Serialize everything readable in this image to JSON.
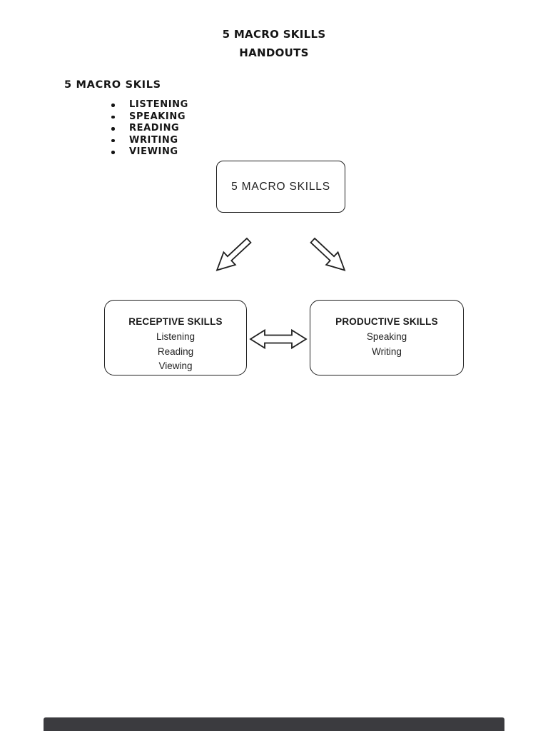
{
  "document": {
    "title_line1": "5 MACRO SKILLS",
    "title_line2": "HANDOUTS",
    "section": {
      "heading": "5 MACRO SKILS",
      "bullets": [
        "LISTENING",
        "SPEAKING",
        "READING",
        "WRITING",
        "VIEWING"
      ]
    },
    "diagram": {
      "root_box_label": "5 MACRO SKILLS",
      "receptive_box": {
        "title": "RECEPTIVE SKILLS",
        "items": [
          "Listening",
          "Reading",
          "Viewing"
        ]
      },
      "productive_box": {
        "title": "PRODUCTIVE SKILLS",
        "items": [
          "Speaking",
          "Writing"
        ]
      },
      "icons": {
        "left_arrow": "down-left-block-arrow",
        "right_arrow": "down-right-block-arrow",
        "between_boxes": "left-right-double-arrow"
      }
    },
    "colors": {
      "page_background": "#ffffff",
      "text": "#1a1a1a",
      "shape_border": "#1f1f1f",
      "viewer_bar": "#3b3b3f"
    }
  }
}
